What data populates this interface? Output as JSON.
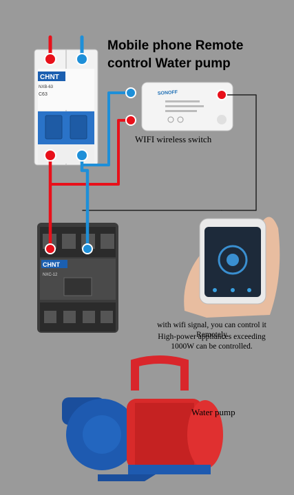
{
  "title": "Mobile phone Remote control Water pump",
  "wifi_switch_label": "WIFI wireless switch",
  "caption": {
    "line1": "with wifi signal, you can control it Remotely",
    "line2": "High-power appliances exceeding",
    "line3": "1000W can be controlled."
  },
  "pump_label": "Water pump",
  "breaker": {
    "brand": "CHNT",
    "model": "NXB-63",
    "rating": "C63"
  },
  "contactor": {
    "brand": "CHNT",
    "model": "NXC-12"
  },
  "sonoff": {
    "brand": "SONOFF"
  },
  "colors": {
    "red_wire": "#e8101a",
    "blue_wire": "#1e8fd8",
    "background": "#9a9a9a",
    "breaker_blue": "#2a73c8"
  }
}
